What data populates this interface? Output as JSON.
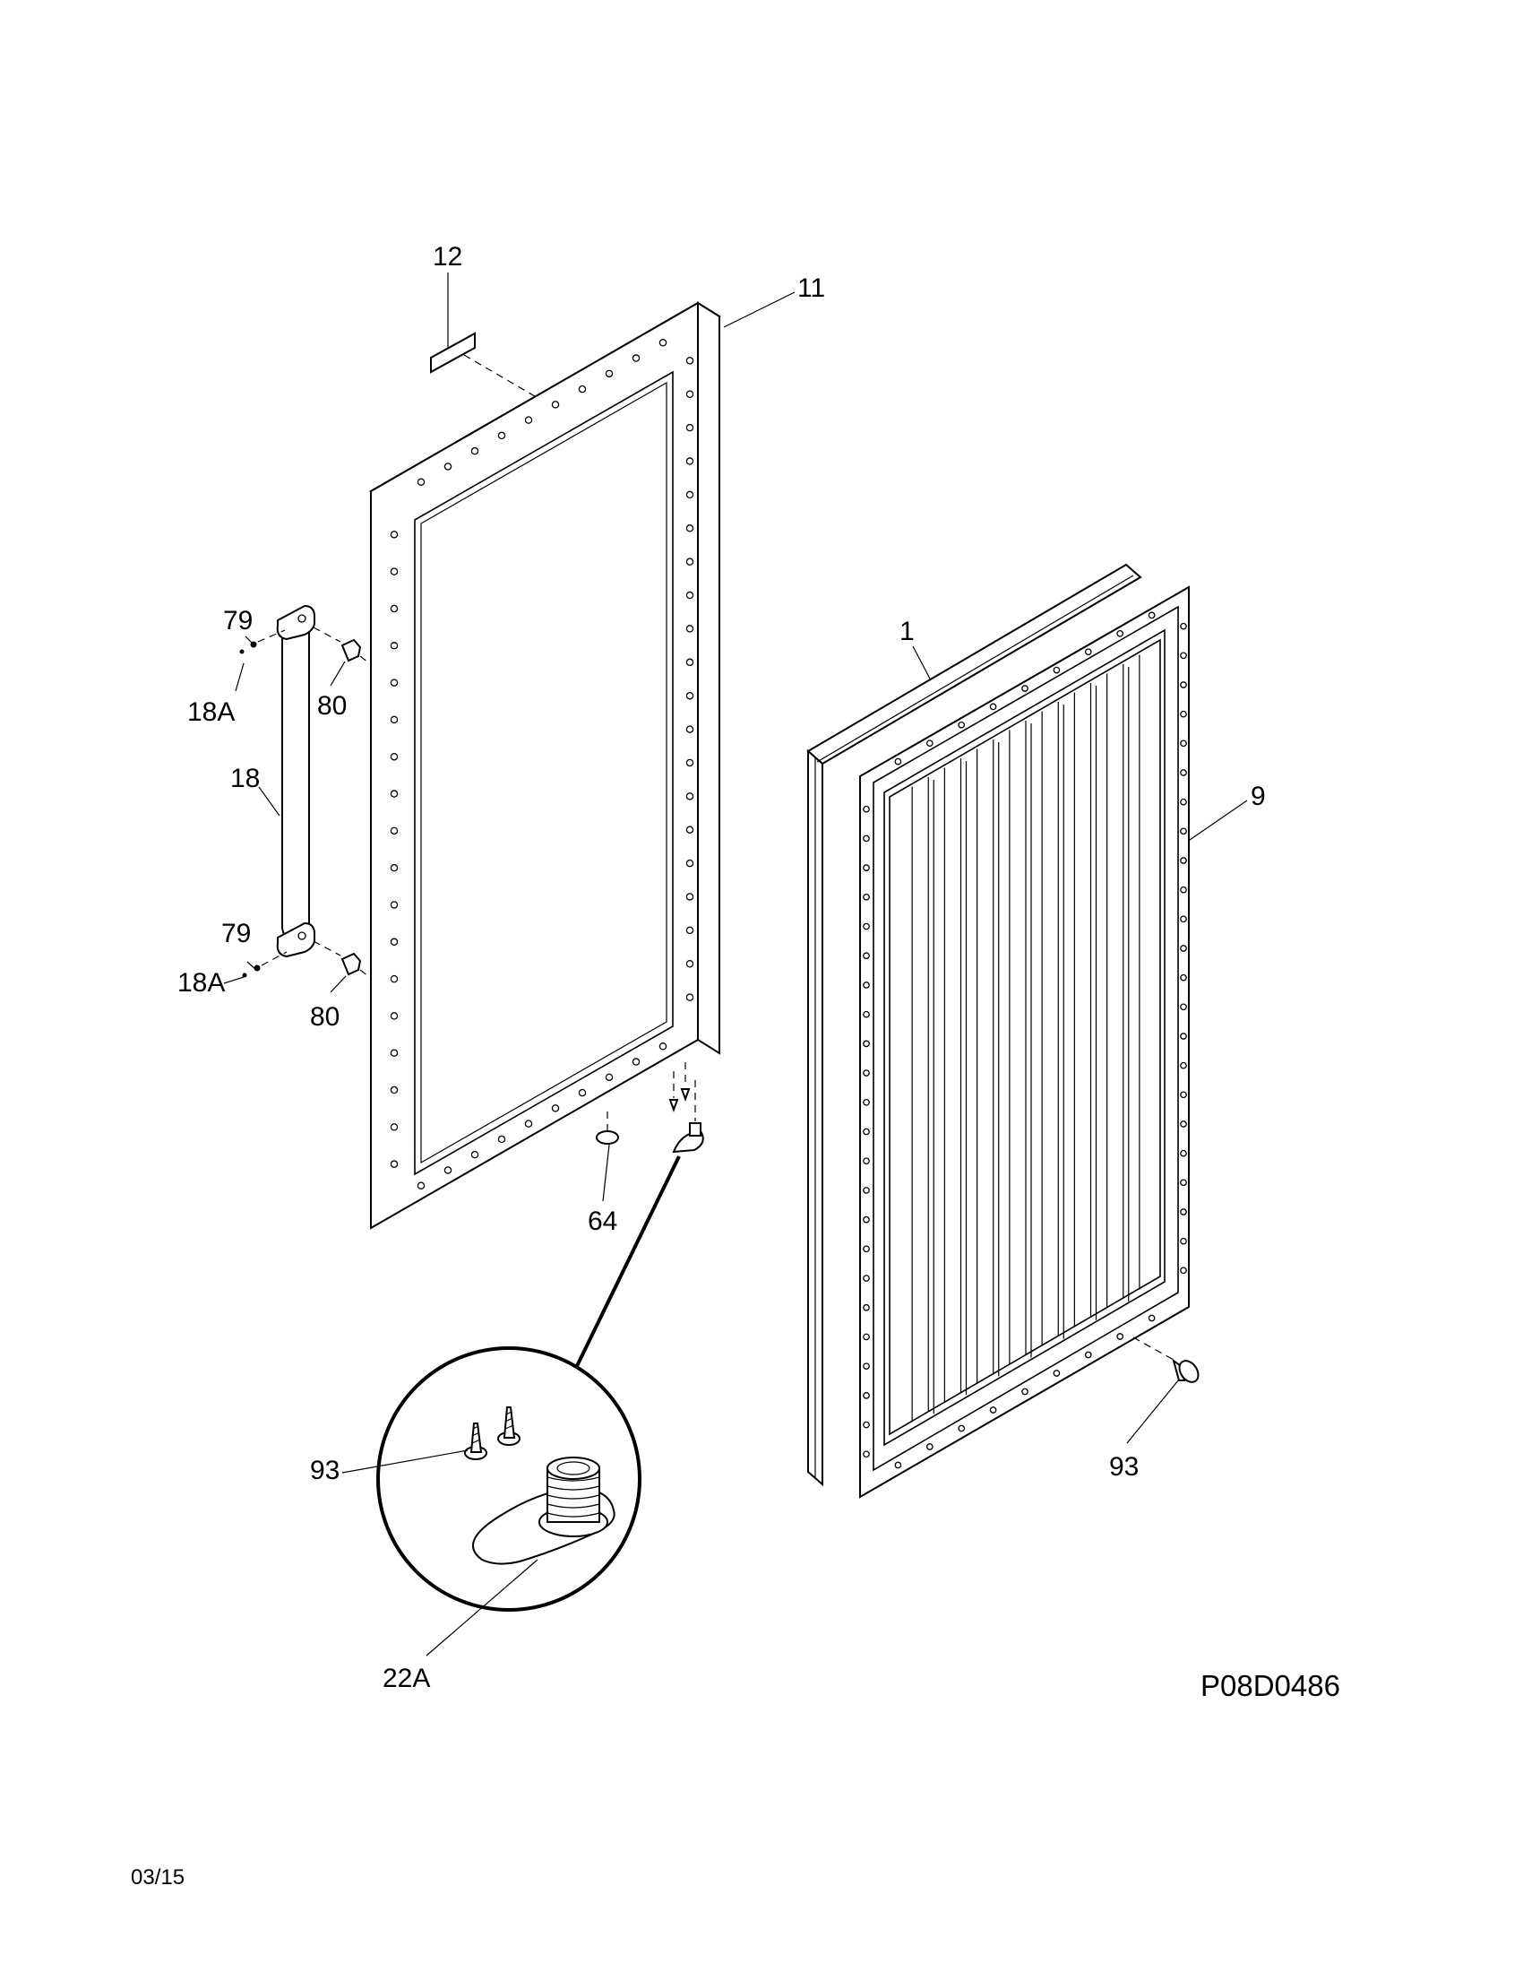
{
  "callouts": {
    "c12": "12",
    "c11": "11",
    "c79_top": "79",
    "c18a_top": "18A",
    "c80_top": "80",
    "c18": "18",
    "c79_bottom": "79",
    "c18a_bottom": "18A",
    "c80_bottom": "80",
    "c64": "64",
    "c1": "1",
    "c9": "9",
    "c93_left": "93",
    "c93_right": "93",
    "c22a": "22A"
  },
  "diagram_code": "P08D0486",
  "date": "03/15"
}
